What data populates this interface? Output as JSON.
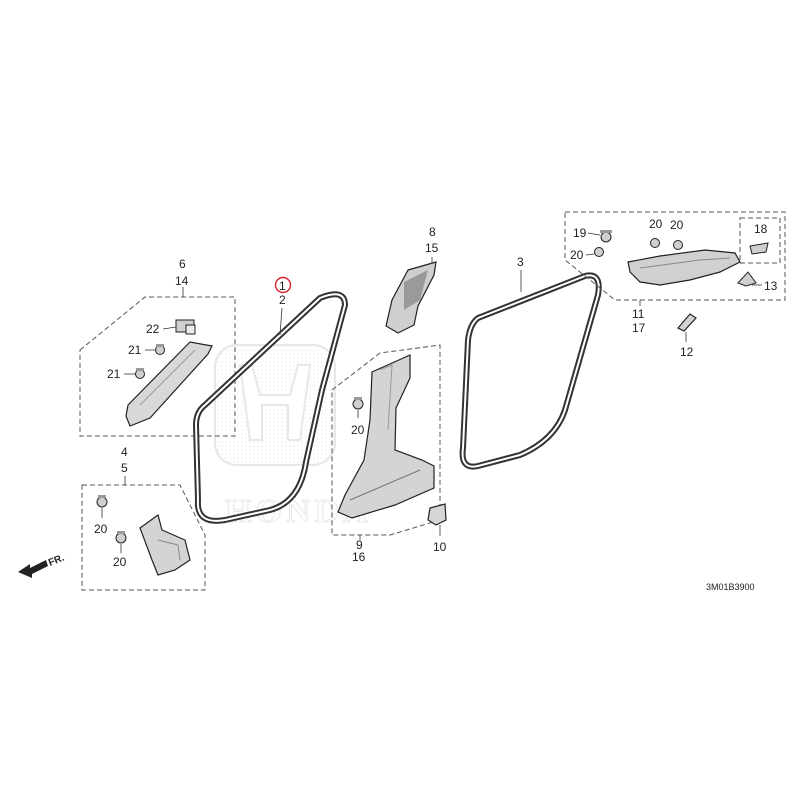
{
  "diagram": {
    "highlight_color": "#d9232d",
    "part_color": "#dcdcdc",
    "seal_color": "#333333",
    "labels": {
      "l1": "1",
      "l2": "2",
      "l3": "3",
      "l4": "4",
      "l5": "5",
      "l6": "6",
      "l14": "14",
      "l22": "22",
      "l21a": "21",
      "l21b": "21",
      "l8": "8",
      "l15": "15",
      "l9": "9",
      "l16": "16",
      "l10": "10",
      "l20_pillar": "20",
      "l20_kick_a": "20",
      "l20_kick_b": "20",
      "l19": "19",
      "l20_box_a": "20",
      "l20_box_b": "20",
      "l20_box_c": "20",
      "l18": "18",
      "l13": "13",
      "l11": "11",
      "l17": "17",
      "l12": "12"
    },
    "front_indicator": "FR.",
    "diagram_code": "3M01B3900",
    "watermark_text": "HONDA"
  }
}
